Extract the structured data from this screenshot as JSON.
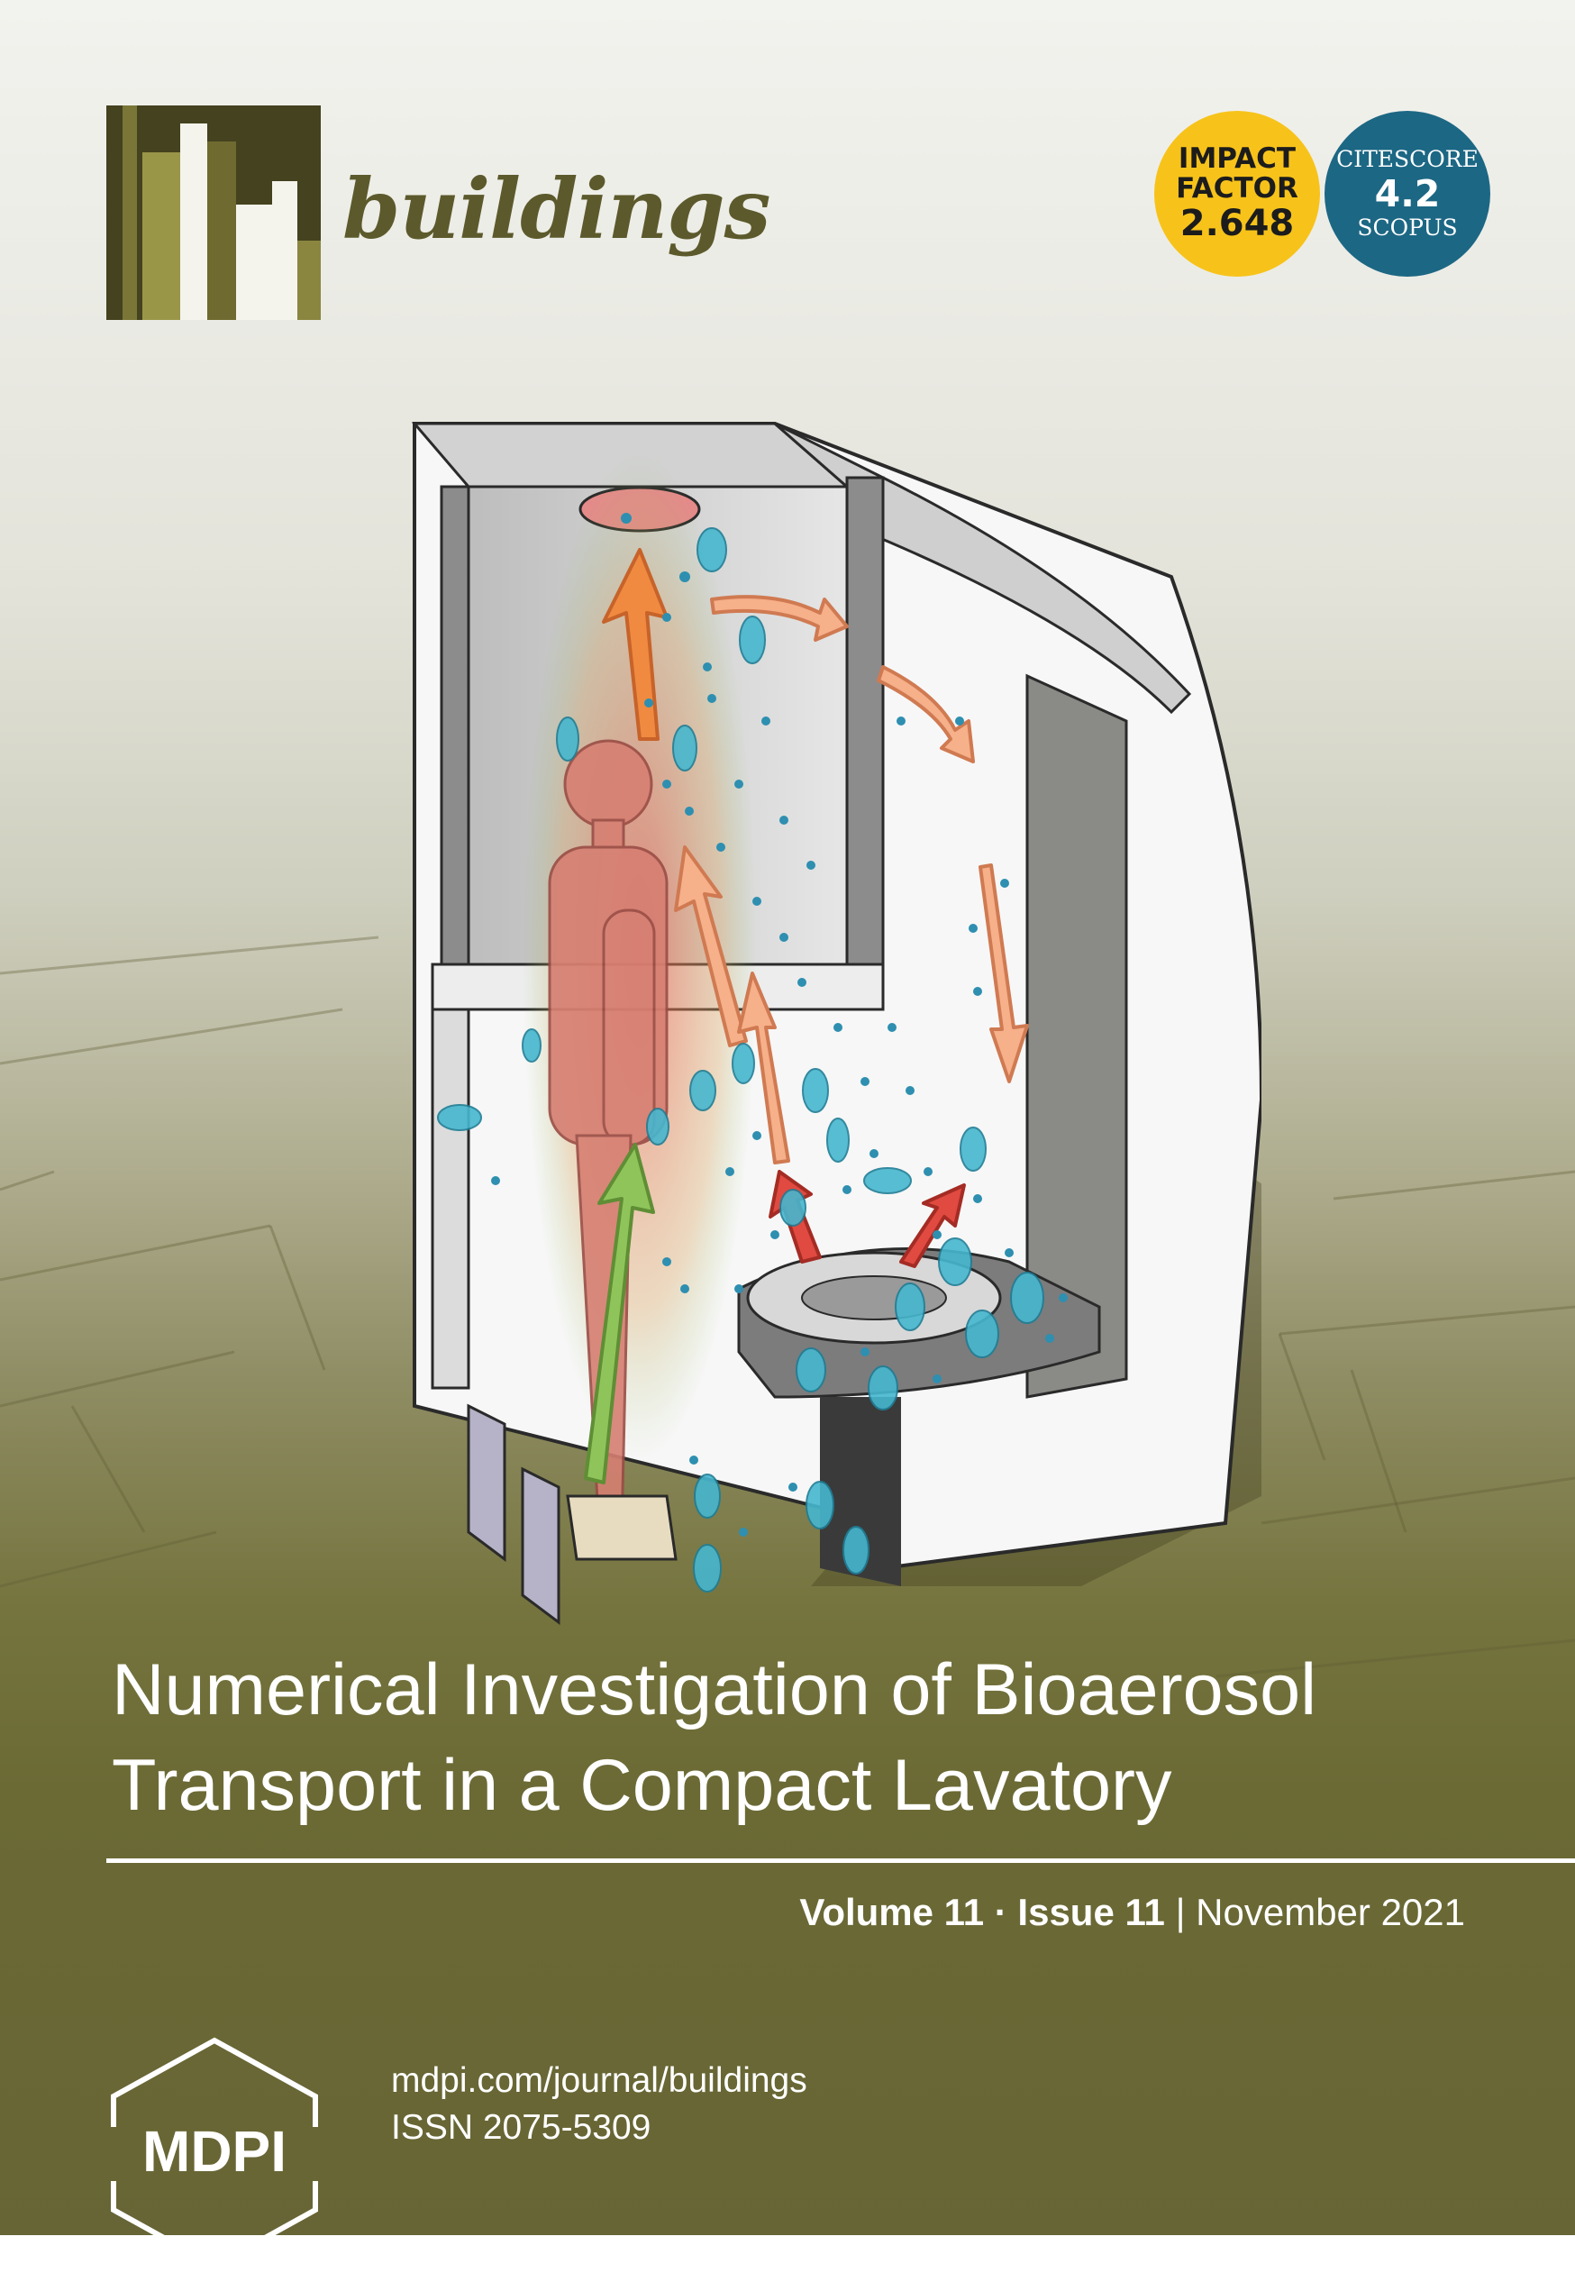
{
  "journal": {
    "name": "buildings"
  },
  "badges": {
    "impact_factor": {
      "line1": "IMPACT",
      "line2": "FACTOR",
      "value": "2.648"
    },
    "citescore": {
      "label": "CITESCORE",
      "value": "4.2",
      "source": "SCOPUS"
    }
  },
  "article": {
    "title_line1": "Numerical Investigation of Bioaerosol",
    "title_line2": "Transport in a Compact Lavatory"
  },
  "issue": {
    "volume": "Volume 11",
    "sep": "·",
    "issue": "Issue 11",
    "bar": "|",
    "date": "November 2021"
  },
  "publisher": {
    "logo_text": "MDPI",
    "url": "mdpi.com/journal/buildings",
    "issn": "ISSN 2075-5309"
  },
  "colors": {
    "olive": "#5c5a2c",
    "yellow": "#f7c31a",
    "teal": "#1c6784"
  }
}
